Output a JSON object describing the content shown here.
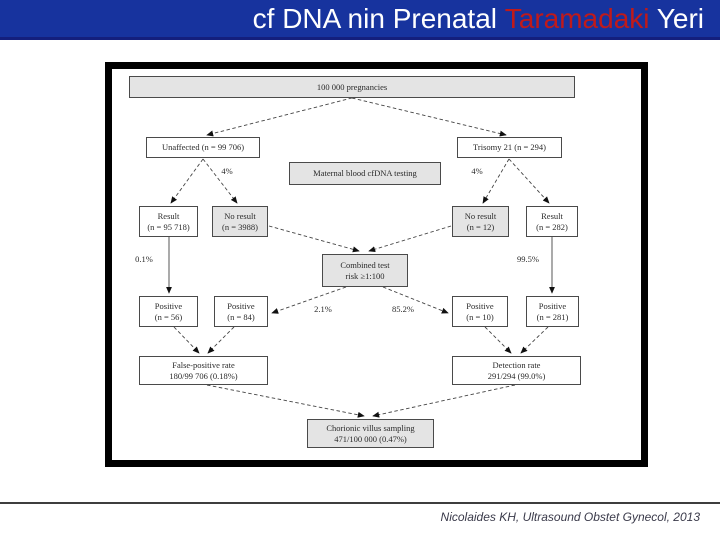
{
  "colors": {
    "header_bg": "#17339e",
    "header_border": "#141f7d",
    "title_text": "#ffffff",
    "title_highlight": "#c01a1a",
    "frame_border": "#000000",
    "node_border": "#4a4a4a",
    "node_shaded_fill": "#e4e4e4",
    "citation_text": "#3a3a4a"
  },
  "header": {
    "title_part1": "cf DNA nin Prenatal ",
    "title_highlight": "Taramadaki",
    "title_part2": " Yeri"
  },
  "figure": {
    "pregnancies": {
      "line1": "100 000 pregnancies"
    },
    "unaffected": {
      "line1": "Unaffected (n = 99 706)"
    },
    "trisomy": {
      "line1": "Trisomy 21 (n = 294)"
    },
    "cfdna_test": {
      "line1": "Maternal blood cfDNA testing"
    },
    "result_left": {
      "line1": "Result",
      "line2": "(n = 95 718)"
    },
    "noresult_left": {
      "line1": "No result",
      "line2": "(n = 3988)"
    },
    "noresult_right": {
      "line1": "No result",
      "line2": "(n = 12)"
    },
    "result_right": {
      "line1": "Result",
      "line2": "(n = 282)"
    },
    "combined_test": {
      "line1": "Combined test",
      "line2": "risk ≥1:100"
    },
    "positive_56": {
      "line1": "Positive",
      "line2": "(n = 56)"
    },
    "positive_84": {
      "line1": "Positive",
      "line2": "(n = 84)"
    },
    "positive_10": {
      "line1": "Positive",
      "line2": "(n = 10)"
    },
    "positive_281": {
      "line1": "Positive",
      "line2": "(n = 281)"
    },
    "false_positive_rate": {
      "line1": "False-positive rate",
      "line2": "180/99 706 (0.18%)"
    },
    "detection_rate": {
      "line1": "Detection rate",
      "line2": "291/294 (99.0%)"
    },
    "cvs": {
      "line1": "Chorionic villus sampling",
      "line2": "471/100 000 (0.47%)"
    },
    "labels": {
      "pct_noresult_left": "4%",
      "pct_noresult_right": "4%",
      "pct_positive_left": "0.1%",
      "pct_positive_right": "99.5%",
      "pct_combined_left": "2.1%",
      "pct_combined_right": "85.2%"
    }
  },
  "footer": {
    "citation": "Nicolaides KH, Ultrasound Obstet Gynecol, 2013"
  }
}
